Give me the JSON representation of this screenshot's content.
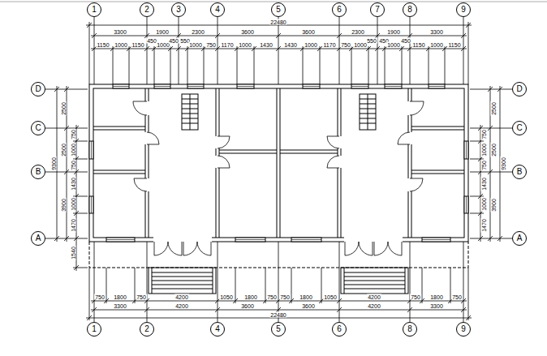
{
  "diagram": {
    "nodes": [
      {
        "text": [
          "1"
        ]
      },
      {
        "text": [
          "2"
        ]
      },
      {
        "text": [
          "3"
        ]
      },
      {
        "text": [
          "4"
        ]
      },
      {
        "text": [
          "5"
        ]
      },
      {
        "text": [
          "6"
        ]
      },
      {
        "text": [
          "7"
        ]
      },
      {
        "text": [
          "8"
        ]
      },
      {
        "text": [
          "9"
        ]
      },
      {
        "text": [
          "D"
        ]
      },
      {
        "text": [
          "C"
        ]
      },
      {
        "text": [
          "B"
        ]
      },
      {
        "text": [
          "A"
        ]
      },
      {
        "text": [
          "D"
        ]
      },
      {
        "text": [
          "C"
        ]
      },
      {
        "text": [
          "B"
        ]
      },
      {
        "text": [
          "A"
        ]
      },
      {
        "text": [
          "1"
        ]
      },
      {
        "text": [
          "2"
        ]
      },
      {
        "text": [
          "4"
        ]
      },
      {
        "text": [
          "5"
        ]
      },
      {
        "text": [
          "6"
        ]
      },
      {
        "text": [
          "8"
        ]
      },
      {
        "text": [
          "9"
        ]
      }
    ],
    "labels": [
      "22480",
      "3300",
      "1900",
      "2300",
      "3600",
      "3600",
      "2300",
      "1900",
      "3300",
      "1150",
      "1000",
      "1150",
      "450",
      "1000",
      "450",
      "550",
      "1000",
      "750",
      "1170",
      "1000",
      "1430",
      "1430",
      "1000",
      "1170",
      "750",
      "1000",
      "550",
      "450",
      "1000",
      "450",
      "1150",
      "1000",
      "1150",
      "9300",
      "2500",
      "2500",
      "3900",
      "750",
      "1000",
      "750",
      "1430",
      "1000",
      "1470",
      "1540",
      "9300",
      "2500",
      "2500",
      "3900",
      "750",
      "1000",
      "750",
      "1430",
      "1000",
      "1470",
      "750",
      "1800",
      "750",
      "4200",
      "1050",
      "1800",
      "750",
      "750",
      "1800",
      "1050",
      "4200",
      "750",
      "1800",
      "750",
      "3300",
      "4200",
      "3600",
      "3600",
      "4200",
      "3300",
      "22480"
    ]
  }
}
